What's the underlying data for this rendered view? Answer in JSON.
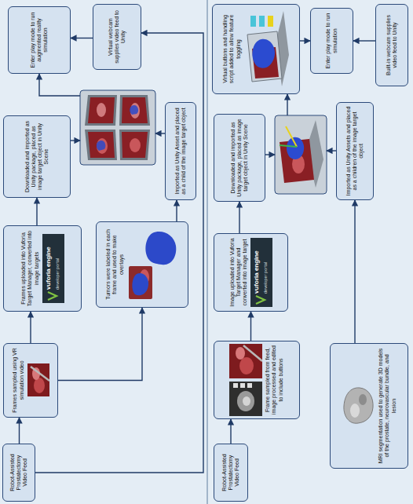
{
  "diagram": {
    "nodes": [
      {
        "text": [
          "Robot-Assisted Prostatectomy Video Feed"
        ]
      },
      {
        "text": [
          "Frames sampled using VR simulation video"
        ]
      },
      {
        "text": [
          "Frames uploaded into Vuforia Target Manager, converted into image targets"
        ]
      },
      {
        "text": [
          "Downloaded and imported as Unity package, placed as image target object in Unity Scene"
        ]
      },
      {
        "text": [
          "Enter play mode to run augmented reality simulation"
        ]
      },
      {
        "text": [
          "Virtual webcam supplies video feed to Unity"
        ]
      },
      {
        "text": [
          "Tumors were labeled in each frame and used to make overlays"
        ]
      },
      {
        "text": [
          "Imported as Unity Asset and placed as a child of the image target object"
        ]
      },
      {
        "text": [
          "Robot-Assisted Prostatectomy Video Feed"
        ]
      },
      {
        "text": [
          "Frame sampled from feed, image processed and edited to include buttons"
        ]
      },
      {
        "text": [
          "Image uploaded into Vuforia Target Manager and converted into image target"
        ]
      },
      {
        "text": [
          "Downloaded and imported as Unity package, placed as image target object in Unity Scene"
        ]
      },
      {
        "text": [
          "Virtual buttons and handling script added to allow feature toggling"
        ]
      },
      {
        "text": [
          "Enter play mode to run simulation"
        ]
      },
      {
        "text": [
          "Imported as Unity Assets and placed as a children of the image target object"
        ]
      },
      {
        "text": [
          "Built-in webcam supplies video feed to Unity"
        ]
      },
      {
        "text": [
          "MRI segmentation used to generate 3D models of the prostate, neurovascular bundle, and lesion"
        ]
      }
    ],
    "edges": [
      {
        "from": 0,
        "to": 1,
        "arrow": "to"
      },
      {
        "from": 1,
        "to": 2,
        "arrow": "to"
      },
      {
        "from": 2,
        "to": 3,
        "arrow": "to"
      },
      {
        "from": 5,
        "to": 4,
        "arrow": "to"
      },
      {
        "from": 1,
        "to": 6,
        "arrow": "to"
      },
      {
        "from": 6,
        "to": 7,
        "arrow": "to"
      },
      {
        "from": 0,
        "to": 5,
        "arrow": "to"
      },
      {
        "from": 8,
        "to": 9,
        "arrow": "to"
      },
      {
        "from": 9,
        "to": 10,
        "arrow": "to"
      },
      {
        "from": 10,
        "to": 11,
        "arrow": "to"
      },
      {
        "from": 12,
        "to": 13,
        "arrow": "to"
      },
      {
        "from": 15,
        "to": 13,
        "arrow": "to"
      },
      {
        "from": 16,
        "to": 14,
        "arrow": "to"
      }
    ],
    "labels": [
      "vuforia engine",
      "developer portal",
      "vuforia engine",
      "developer portal"
    ]
  }
}
